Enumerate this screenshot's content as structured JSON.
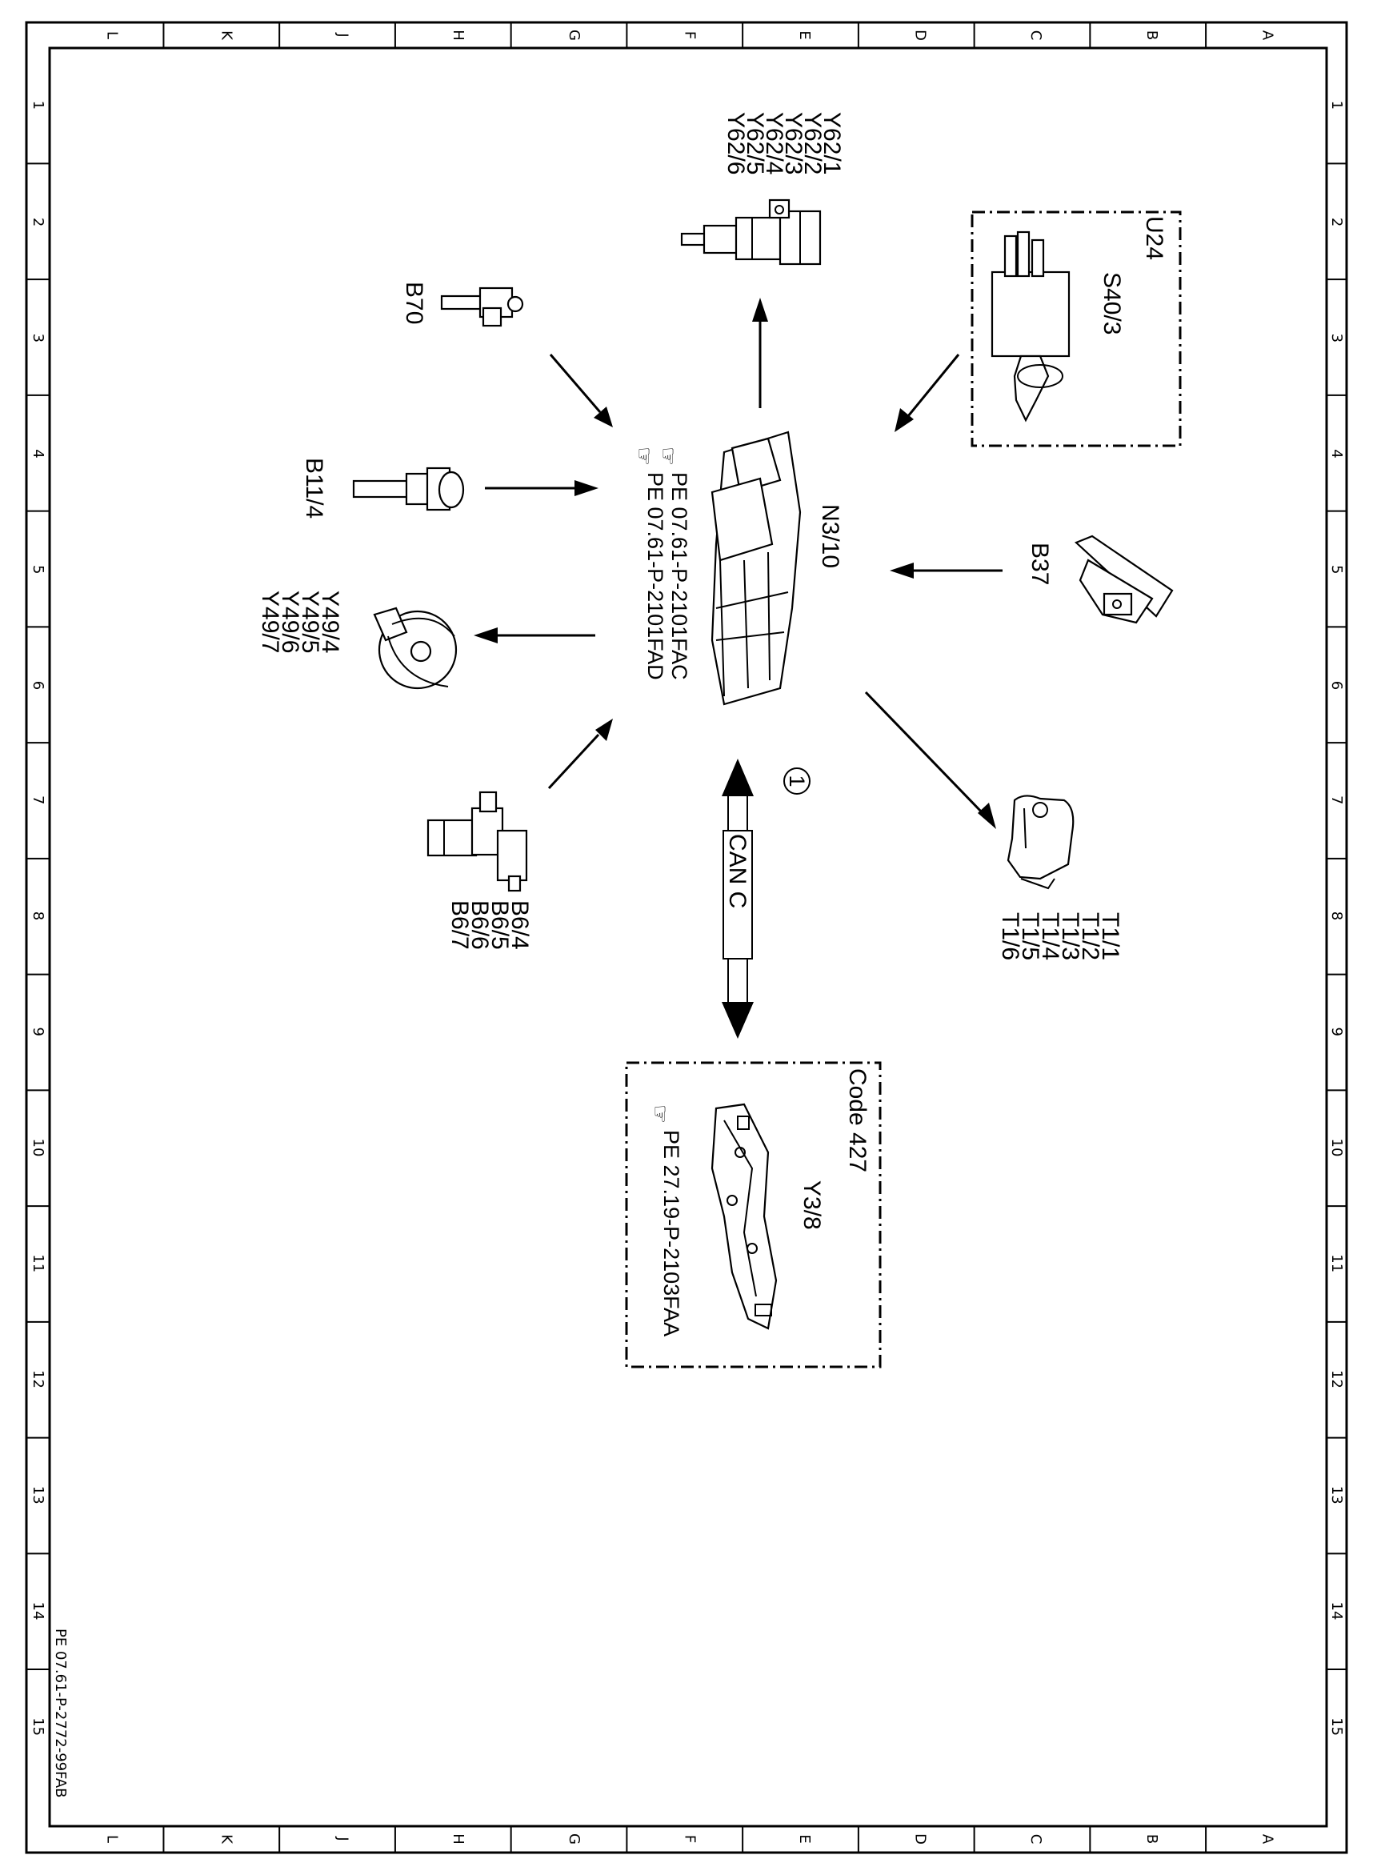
{
  "grid": {
    "columns": [
      "L",
      "K",
      "J",
      "H",
      "G",
      "F",
      "E",
      "D",
      "C",
      "B",
      "A"
    ],
    "rows": [
      "1",
      "2",
      "3",
      "4",
      "5",
      "6",
      "7",
      "8",
      "9",
      "10",
      "11",
      "12",
      "13",
      "14",
      "15"
    ]
  },
  "sheet_code": "PE 07.61-P-2772-99FAB",
  "center": {
    "label": "N3/10",
    "refs": [
      "PE 07.61-P-2101FAC",
      "PE 07.61-P-2101FAD"
    ]
  },
  "components": {
    "injectors": [
      "Y62/1",
      "Y62/2",
      "Y62/3",
      "Y62/4",
      "Y62/5",
      "Y62/6"
    ],
    "b70": "B70",
    "b11_4": "B11/4",
    "y49": [
      "Y49/4",
      "Y49/5",
      "Y49/6",
      "Y49/7"
    ],
    "b6": [
      "B6/4",
      "B6/5",
      "B6/6",
      "B6/7"
    ],
    "b37": "B37",
    "t1": [
      "T1/1",
      "T1/2",
      "T1/3",
      "T1/4",
      "T1/5",
      "T1/6"
    ],
    "u24_box": {
      "title": "U24",
      "label": "S40/3"
    },
    "code_box": {
      "title": "Code 427",
      "label": "Y3/8",
      "ref": "PE 27.19-P-2103FAA"
    }
  },
  "bus": {
    "label": "CAN C",
    "marker": "1"
  }
}
